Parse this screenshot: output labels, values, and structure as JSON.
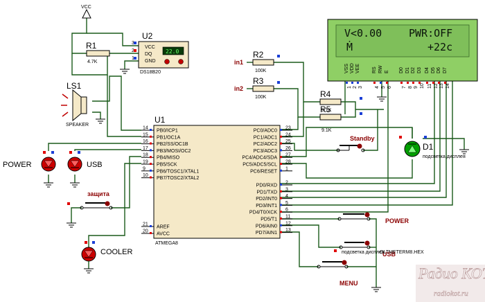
{
  "lcd": {
    "line1_left": "V<0.00",
    "line1_right": "PWR:OFF",
    "line2_left": "Ṁ",
    "line2_right": "+22c",
    "pins": [
      "VSS",
      "VDD",
      "VEE",
      "RS",
      "RW",
      "E",
      "D0",
      "D1",
      "D2",
      "D3",
      "D4",
      "D5",
      "D6",
      "D7"
    ],
    "pin_numbers": [
      "1",
      "2",
      "3",
      "4",
      "5",
      "6",
      "7",
      "8",
      "9",
      "10",
      "11",
      "12",
      "13",
      "14"
    ]
  },
  "power": {
    "vcc": "VCC"
  },
  "sensor": {
    "ref": "U2",
    "part": "DS18B20",
    "pins": [
      "VCC",
      "DQ",
      "GND"
    ],
    "pin_numbers": [
      "3",
      "2",
      "1"
    ],
    "display": "22.0"
  },
  "resistors": {
    "r1": {
      "ref": "R1",
      "value": "4.7K"
    },
    "r2": {
      "ref": "R2",
      "value": "100K"
    },
    "r3": {
      "ref": "R3",
      "value": "100K"
    },
    "r4": {
      "ref": "R4",
      "value": "9.1K"
    },
    "r5": {
      "ref": "R5",
      "value": "9.1K"
    }
  },
  "nets": {
    "in1": "in1",
    "in2": "in2"
  },
  "speaker": {
    "ref": "LS1",
    "label": "SPEAKER"
  },
  "mcu": {
    "ref": "U1",
    "part": "ATMEGA8",
    "left_pins": [
      {
        "num": "14",
        "name": "PB0/ICP1"
      },
      {
        "num": "15",
        "name": "PB1/OC1A"
      },
      {
        "num": "16",
        "name": "PB2/SS/OC1B"
      },
      {
        "num": "17",
        "name": "PB3/MOSI/OC2"
      },
      {
        "num": "18",
        "name": "PB4/MISO"
      },
      {
        "num": "19",
        "name": "PB5/SCK"
      },
      {
        "num": "9",
        "name": "PB6/TOSC1/XTAL1"
      },
      {
        "num": "10",
        "name": "PB7/TOSC2/XTAL2"
      }
    ],
    "left_bottom": [
      {
        "num": "21",
        "name": "AREF"
      },
      {
        "num": "20",
        "name": "AVCC"
      }
    ],
    "right_pins": [
      {
        "num": "23",
        "name": "PC0/ADC0"
      },
      {
        "num": "24",
        "name": "PC1/ADC1"
      },
      {
        "num": "25",
        "name": "PC2/ADC2"
      },
      {
        "num": "26",
        "name": "PC3/ADC3"
      },
      {
        "num": "27",
        "name": "PC4/ADC4/SDA"
      },
      {
        "num": "28",
        "name": "PC5/ADC5/SCL"
      },
      {
        "num": "1",
        "name": "PC6/RESET"
      }
    ],
    "right_pins2": [
      {
        "num": "2",
        "name": "PD0/RXD"
      },
      {
        "num": "3",
        "name": "PD1/TXD"
      },
      {
        "num": "4",
        "name": "PD2/INT0"
      },
      {
        "num": "5",
        "name": "PD3/INT1"
      },
      {
        "num": "6",
        "name": "PD4/T0/XCK"
      },
      {
        "num": "11",
        "name": "PD5/T1"
      },
      {
        "num": "12",
        "name": "PD6/AIN0"
      },
      {
        "num": "13",
        "name": "PD7/AIN1"
      }
    ]
  },
  "leds": {
    "power": "POWER",
    "usb": "USB",
    "cooler": "COOLER",
    "d1_ref": "D1",
    "d1_label": "подсветка дисплея"
  },
  "buttons": {
    "standby": "Standby",
    "zashita": "защита",
    "power": "POWER",
    "usb": "USB",
    "menu": "MENU"
  },
  "overlay_text": "подсветка дисплея",
  "overlay_text2": "OLTMETERM8.HEX",
  "watermark": {
    "line1": "Радио КОТ",
    "line2": "radiokot.ru"
  },
  "colors": {
    "wire": "#1a5a1a",
    "lcd_bg": "#7fbf5a",
    "part_fill": "#f5e9c8",
    "led_red": "#cc0000",
    "led_green": "#00a000",
    "pin_dot_red": "#e00000",
    "pin_dot_blue": "#1b3fd6"
  }
}
